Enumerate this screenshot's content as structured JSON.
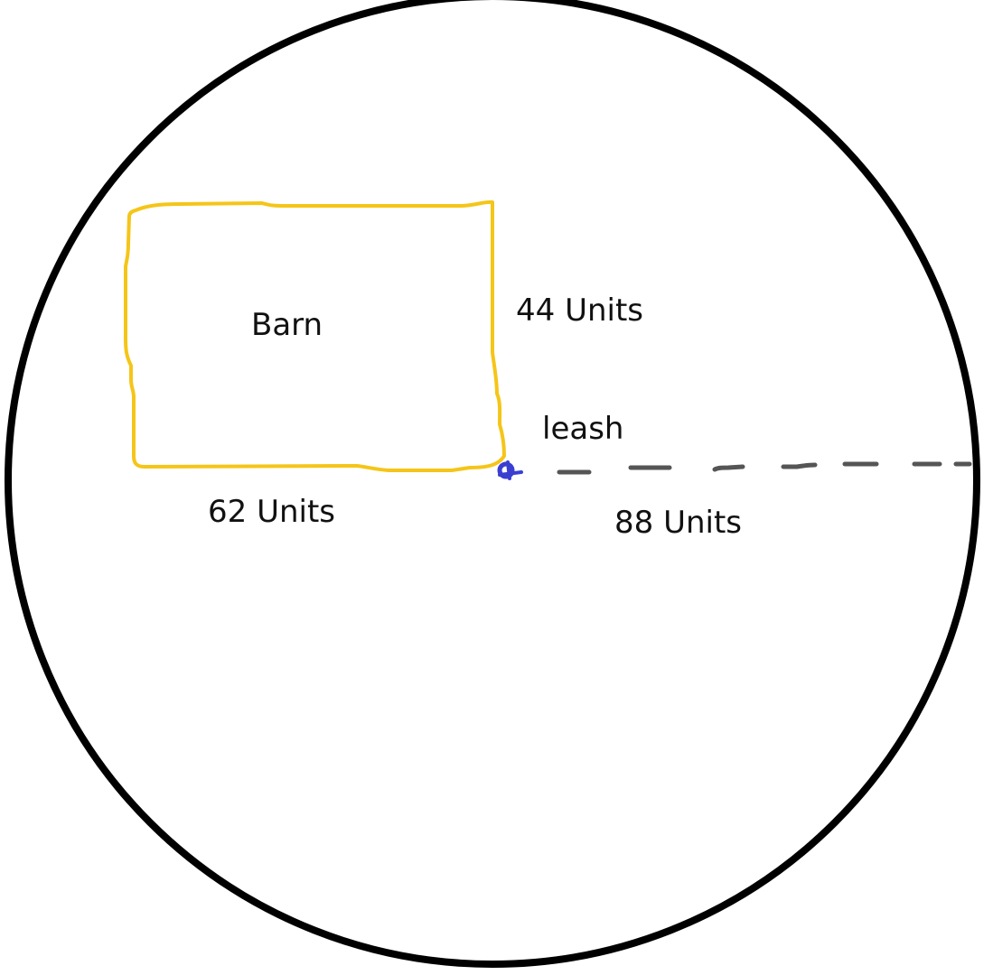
{
  "diagram": {
    "labels": {
      "barn": "Barn",
      "barn_height": "44 Units",
      "barn_width": "62 Units",
      "leash": "leash",
      "leash_length": "88 Units"
    },
    "colors": {
      "circle": "#000000",
      "barn_outline": "#f5c518",
      "leash_line": "#555555",
      "anchor_point": "#3a3fd1"
    }
  }
}
